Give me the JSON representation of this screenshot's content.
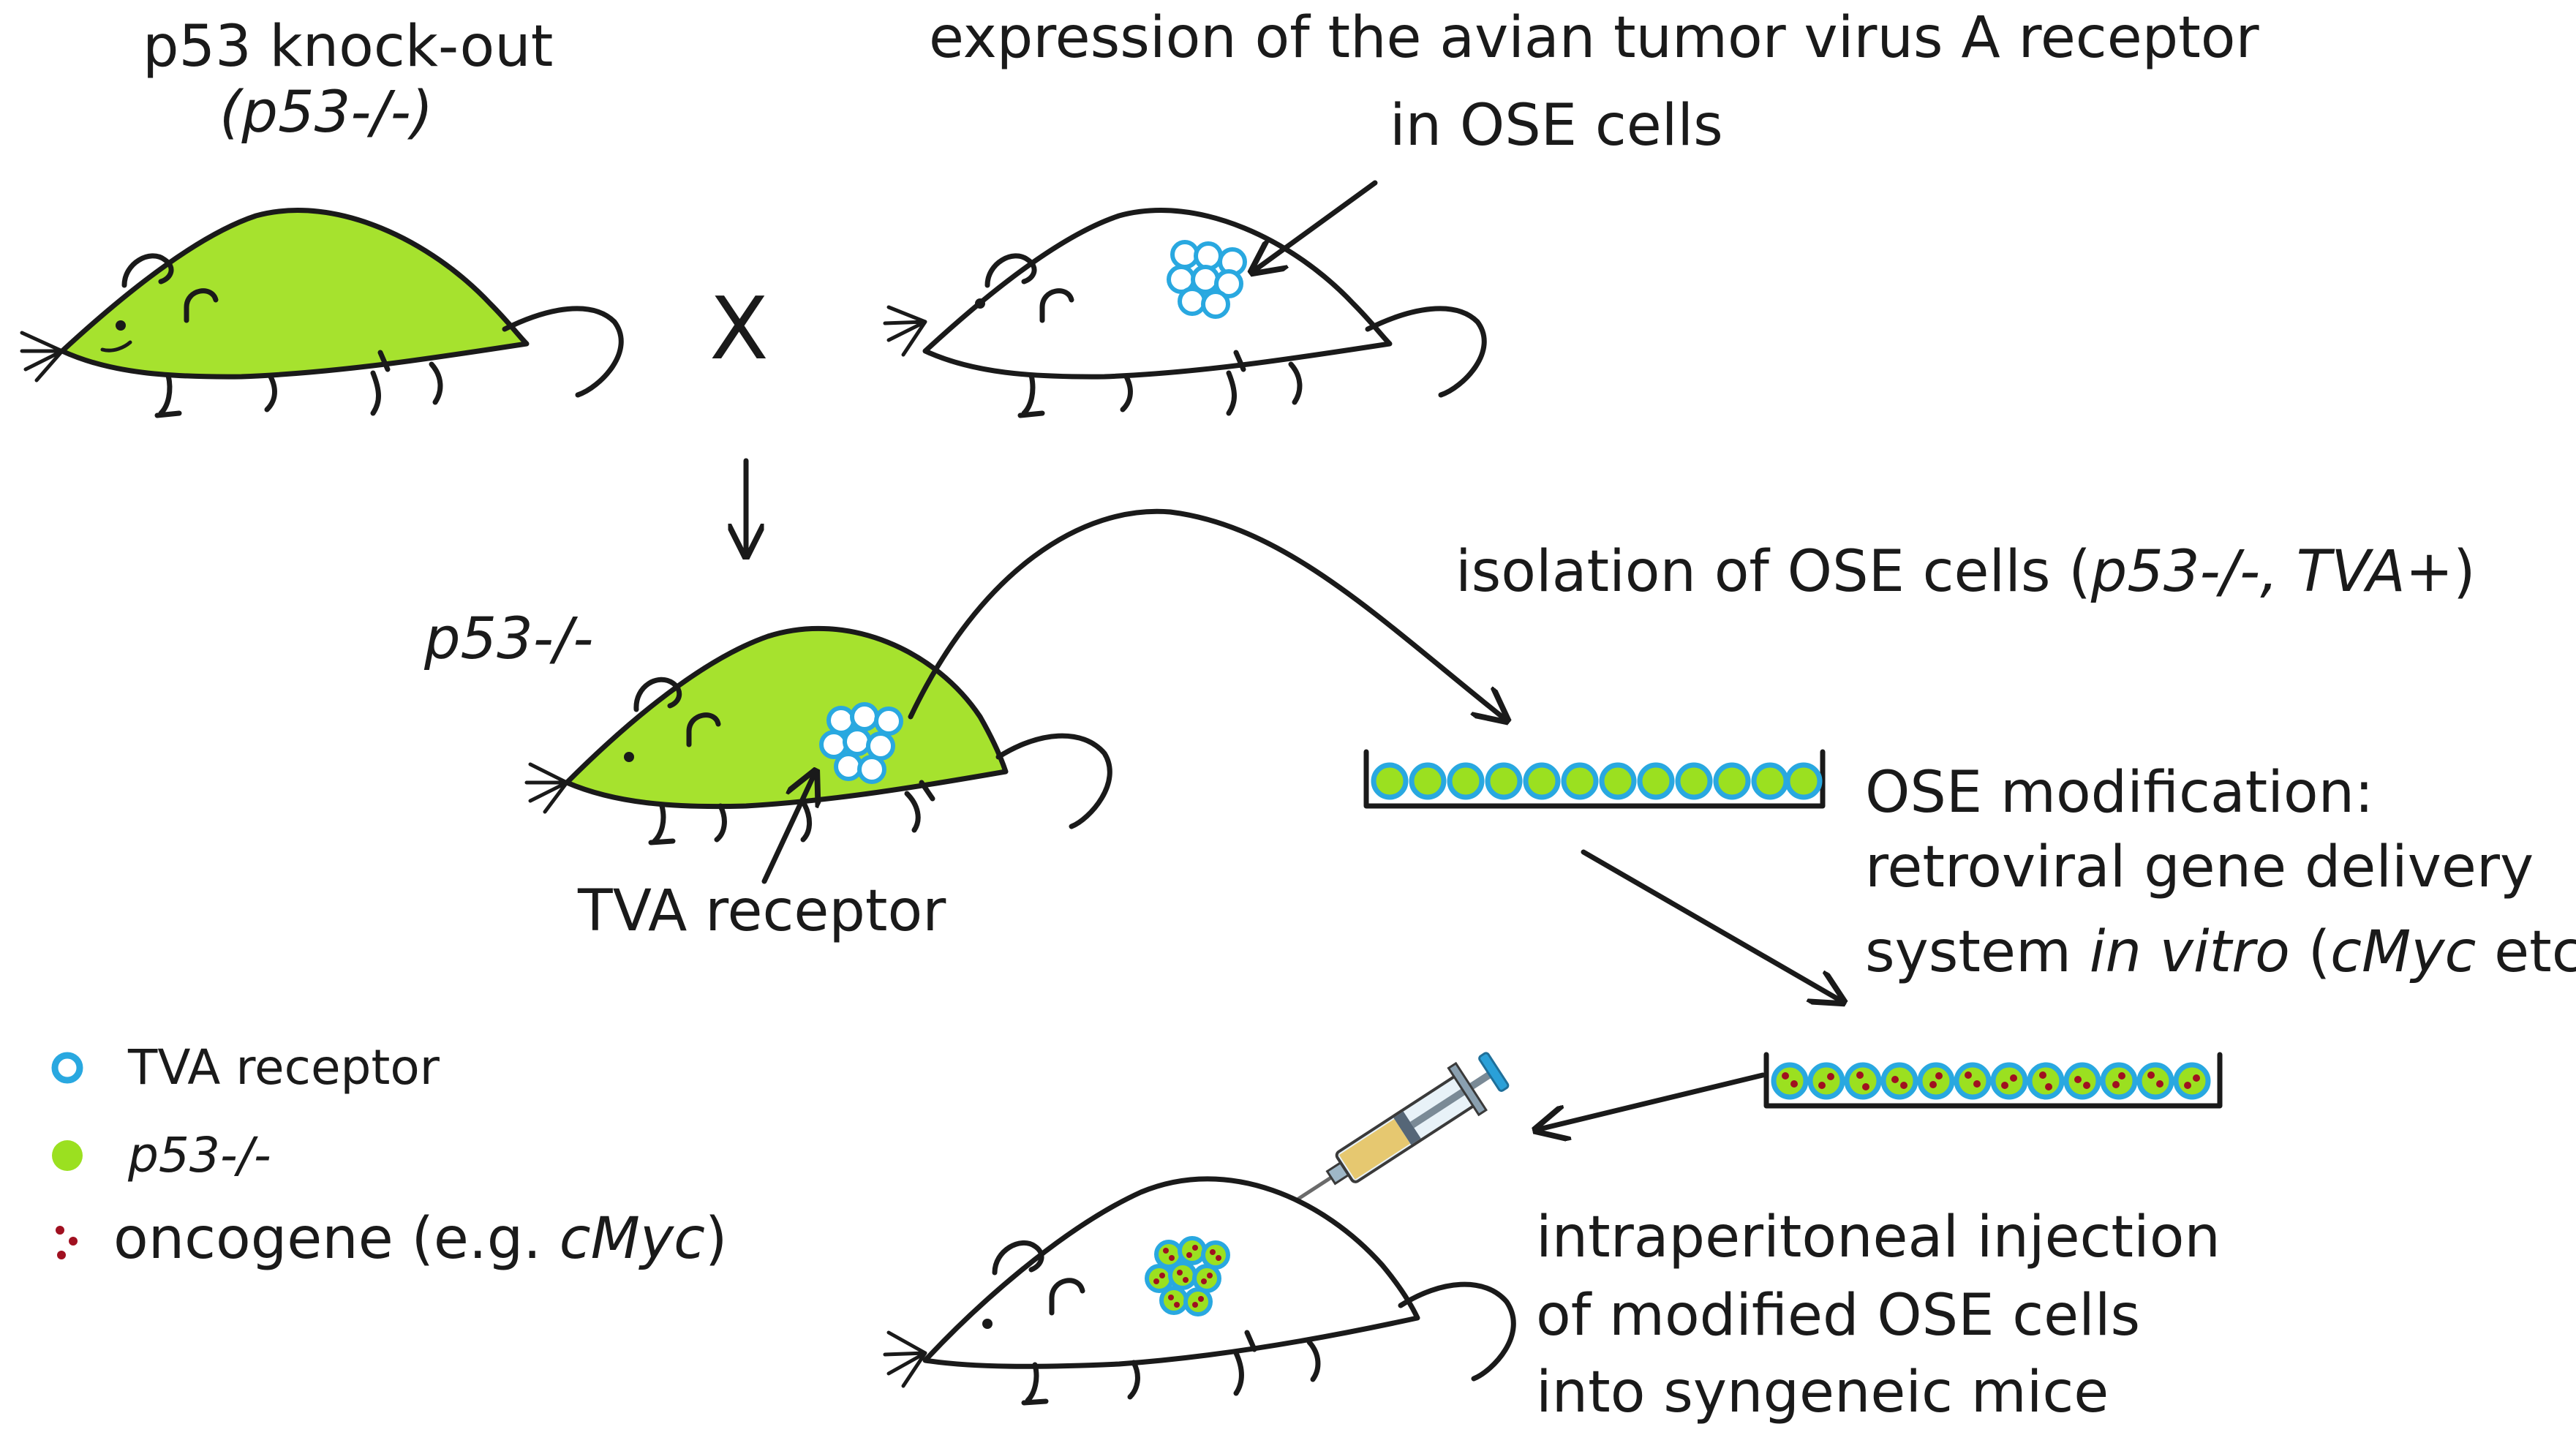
{
  "labels": {
    "knockout_title": "p53 knock-out",
    "knockout_genotype": "(p53-/-)",
    "tva_title_line1": "expression of the avian tumor virus A receptor",
    "tva_title_line2": "in OSE cells",
    "cross_symbol": "X",
    "offspring_genotype": "p53-/-",
    "tva_receptor": "TVA receptor",
    "isolation_prefix": "isolation of OSE cells (",
    "isolation_genotype": "p53-/-, TVA+",
    "isolation_suffix": ")",
    "modification_line1": "OSE modification:",
    "modification_line2": "retroviral gene delivery",
    "modification_line3_prefix": "system ",
    "modification_line3_italic": "in vitro",
    "modification_line3_mid": " (",
    "modification_line3_gene": "cMyc",
    "modification_line3_suffix": " etc.)",
    "injection_line1": "intraperitoneal injection",
    "injection_line2": "of modified OSE cells",
    "injection_line3": "into syngeneic mice"
  },
  "legend": {
    "tva_label": "TVA receptor",
    "p53_label": "p53-/-",
    "oncogene_prefix": "oncogene (e.g. ",
    "oncogene_gene": "cMyc",
    "oncogene_suffix": ")"
  },
  "colors": {
    "mouse_green": "#a6e22e",
    "cell_green": "#9be020",
    "tva_blue": "#29a8e0",
    "oncogene_red": "#a01020",
    "outline": "#1a1a1a"
  }
}
